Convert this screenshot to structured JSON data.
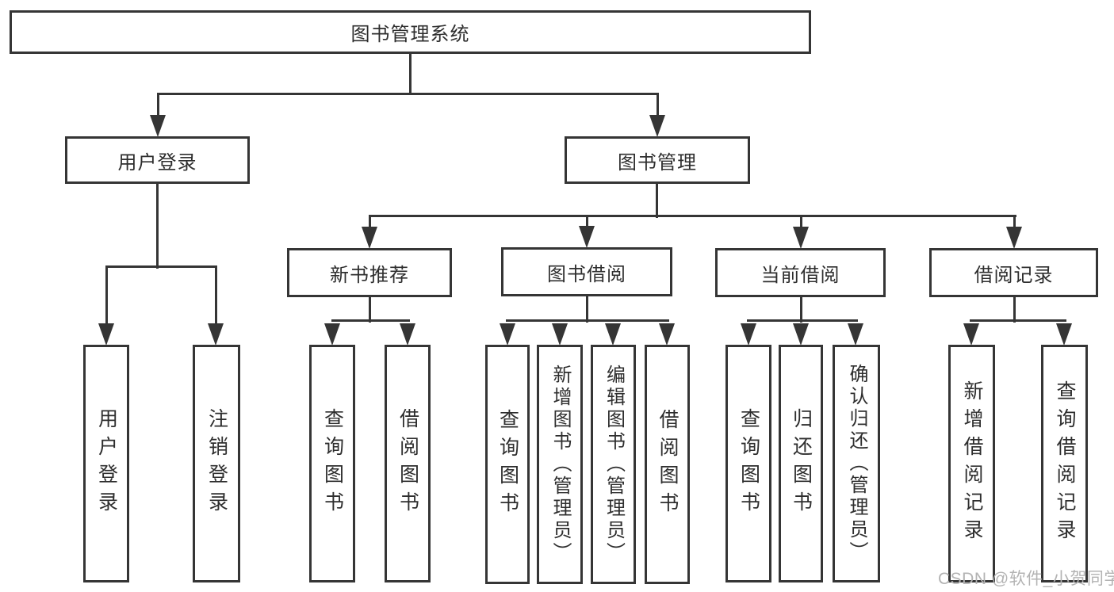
{
  "diagram": {
    "root": "图书管理系统",
    "level2": [
      "用户登录",
      "图书管理"
    ],
    "level3": [
      "新书推荐",
      "图书借阅",
      "当前借阅",
      "借阅记录"
    ],
    "leaves": [
      "用户登录",
      "注销登录",
      "查询图书",
      "借阅图书",
      "查询图书",
      "新增图书（管理员）",
      "编辑图书（管理员）",
      "借阅图书",
      "查询图书",
      "归还图书",
      "确认归还（管理员）",
      "新增借阅记录",
      "查询借阅记录"
    ]
  },
  "watermark": "CSDN @软件_小贺同学",
  "colors": {
    "line": "#353535",
    "text": "#2e2e2e",
    "watermark": "#b3b3b3",
    "background": "#ffffff"
  }
}
